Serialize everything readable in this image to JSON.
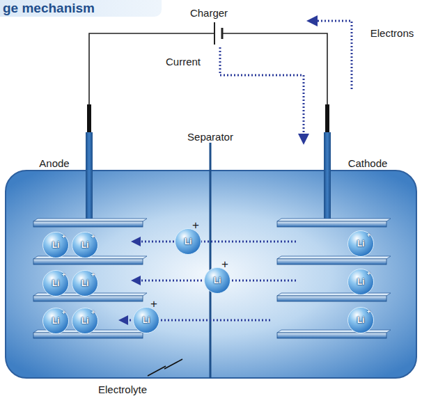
{
  "diagram": {
    "title": "ge mechanism",
    "nodes": [
      {
        "text": [
          "Li",
          "+"
        ]
      },
      {
        "text": [
          "Li",
          "+"
        ]
      },
      {
        "text": [
          "Li",
          "+"
        ]
      },
      {
        "text": [
          "Li",
          "+"
        ]
      },
      {
        "text": [
          "Li",
          "+"
        ]
      },
      {
        "text": [
          "Li",
          "+"
        ]
      },
      {
        "text": [
          "Li",
          "+"
        ]
      },
      {
        "text": [
          "Li",
          "+"
        ]
      },
      {
        "text": [
          "Li",
          "+"
        ]
      },
      {
        "text": [
          "Li",
          "+"
        ]
      },
      {
        "text": [
          "Li",
          "+"
        ]
      },
      {
        "text": [
          "Li",
          "+"
        ]
      }
    ],
    "labels": [
      "Charger",
      "Current",
      "Electrons",
      "Separator",
      "Anode",
      "Cathode",
      "Electrolyte"
    ]
  }
}
